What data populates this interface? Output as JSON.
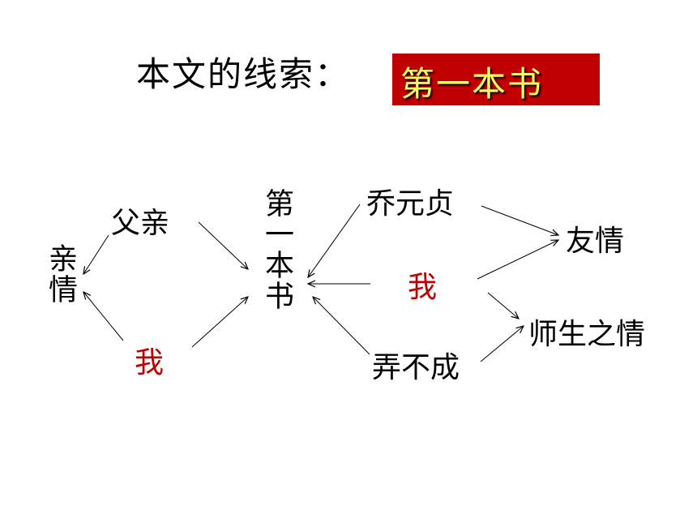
{
  "title": {
    "prefix": "本文的线索：",
    "highlight": "第一本书"
  },
  "colors": {
    "highlight_bg": "#c00000",
    "highlight_text": "#ffff66",
    "emphasis_text": "#c00000",
    "arrow": "#000000"
  },
  "nodes": {
    "kinship": "亲情",
    "father": "父亲",
    "me_left": "我",
    "first_book": "第一本书",
    "qiao_yuanzhen": "乔元贞",
    "me_right": "我",
    "nong_bucheng": "弄不成",
    "friendship": "友情",
    "teacher_student": "师生之情"
  }
}
